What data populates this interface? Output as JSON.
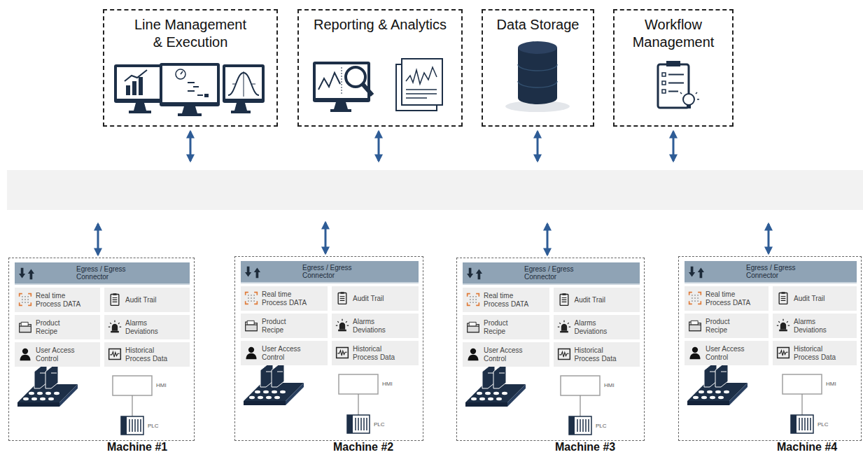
{
  "diagram": {
    "nodes": [
      {
        "text": [
          "Line Management & Execution"
        ]
      },
      {
        "text": [
          "Reporting & Analytics"
        ]
      },
      {
        "text": [
          "Data Storage"
        ]
      },
      {
        "text": [
          "Workflow Management"
        ]
      },
      {
        "text": [
          "Machine #1"
        ]
      },
      {
        "text": [
          "Egress / Egress Connector"
        ],
        "in": 4
      },
      {
        "text": [
          "Real time Process DATA"
        ],
        "in": 4
      },
      {
        "text": [
          "Audit Trail"
        ],
        "in": 4
      },
      {
        "text": [
          "Product Recipe"
        ],
        "in": 4
      },
      {
        "text": [
          "Alarms Deviations"
        ],
        "in": 4
      },
      {
        "text": [
          "User Access Control"
        ],
        "in": 4
      },
      {
        "text": [
          "Historical Process Data"
        ],
        "in": 4
      },
      {
        "text": [
          "Machine #2"
        ]
      },
      {
        "text": [
          "Egress / Egress Connector"
        ],
        "in": 12
      },
      {
        "text": [
          "Real time Process DATA"
        ],
        "in": 12
      },
      {
        "text": [
          "Audit Trail"
        ],
        "in": 12
      },
      {
        "text": [
          "Product Recipe"
        ],
        "in": 12
      },
      {
        "text": [
          "Alarms Deviations"
        ],
        "in": 12
      },
      {
        "text": [
          "User Access Control"
        ],
        "in": 12
      },
      {
        "text": [
          "Historical Process Data"
        ],
        "in": 12
      },
      {
        "text": [
          "Machine #3"
        ]
      },
      {
        "text": [
          "Egress / Egress Connector"
        ],
        "in": 20
      },
      {
        "text": [
          "Real time Process DATA"
        ],
        "in": 20
      },
      {
        "text": [
          "Audit Trail"
        ],
        "in": 20
      },
      {
        "text": [
          "Product Recipe"
        ],
        "in": 20
      },
      {
        "text": [
          "Alarms Deviations"
        ],
        "in": 20
      },
      {
        "text": [
          "User Access Control"
        ],
        "in": 20
      },
      {
        "text": [
          "Historical Process Data"
        ],
        "in": 20
      },
      {
        "text": [
          "Machine #4"
        ]
      },
      {
        "text": [
          "Egress / Egress Connector"
        ],
        "in": 28
      },
      {
        "text": [
          "Real time Process DATA"
        ],
        "in": 28
      },
      {
        "text": [
          "Audit Trail"
        ],
        "in": 28
      },
      {
        "text": [
          "Product Recipe"
        ],
        "in": 28
      },
      {
        "text": [
          "Alarms Deviations"
        ],
        "in": 28
      },
      {
        "text": [
          "User Access Control"
        ],
        "in": 28
      },
      {
        "text": [
          "Historical Process Data"
        ],
        "in": 28
      }
    ],
    "labels": [
      "HMI",
      "PLC",
      "HMI",
      "PLC",
      "HMI",
      "PLC",
      "HMI",
      "PLC"
    ]
  }
}
